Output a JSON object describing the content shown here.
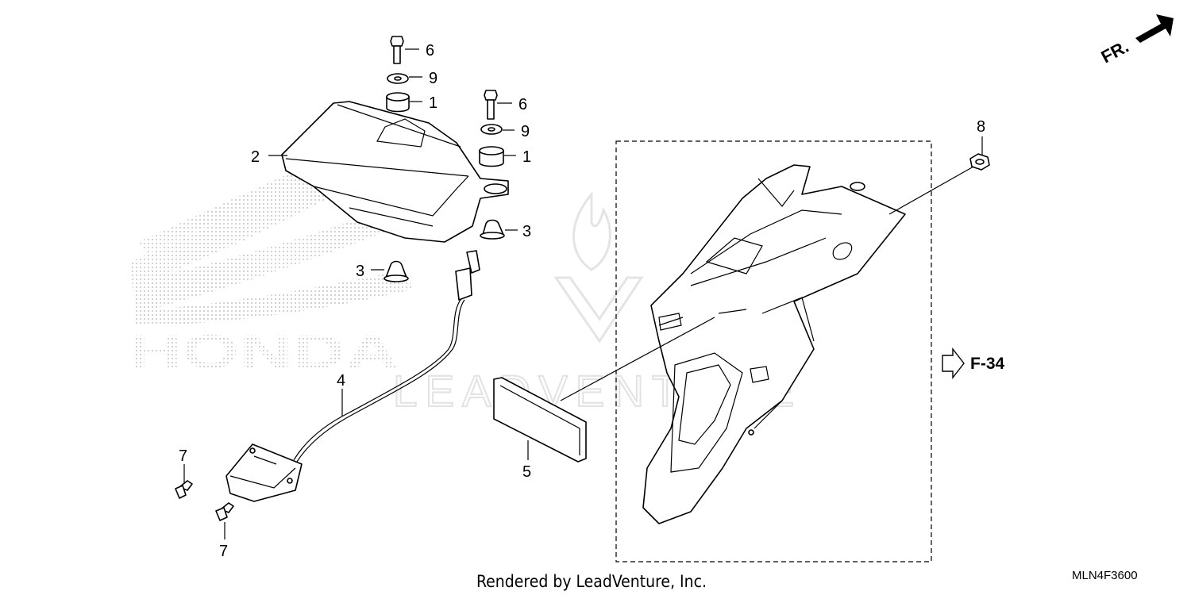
{
  "diagram": {
    "callouts": [
      {
        "id": "c6a",
        "label": "6"
      },
      {
        "id": "c9a",
        "label": "9"
      },
      {
        "id": "c1a",
        "label": "1"
      },
      {
        "id": "c2",
        "label": "2"
      },
      {
        "id": "c6b",
        "label": "6"
      },
      {
        "id": "c9b",
        "label": "9"
      },
      {
        "id": "c1b",
        "label": "1"
      },
      {
        "id": "c3a",
        "label": "3"
      },
      {
        "id": "c3b",
        "label": "3"
      },
      {
        "id": "c4",
        "label": "4"
      },
      {
        "id": "c5",
        "label": "5"
      },
      {
        "id": "c7a",
        "label": "7"
      },
      {
        "id": "c7b",
        "label": "7"
      },
      {
        "id": "c8",
        "label": "8"
      }
    ],
    "direction_label": "FR.",
    "reference_label": "F-34",
    "watermark_brand": "HONDA",
    "watermark_text": "LEADVENTURE",
    "credit": "Rendered by LeadVenture, Inc.",
    "diagram_code": "MLN4F3600"
  }
}
